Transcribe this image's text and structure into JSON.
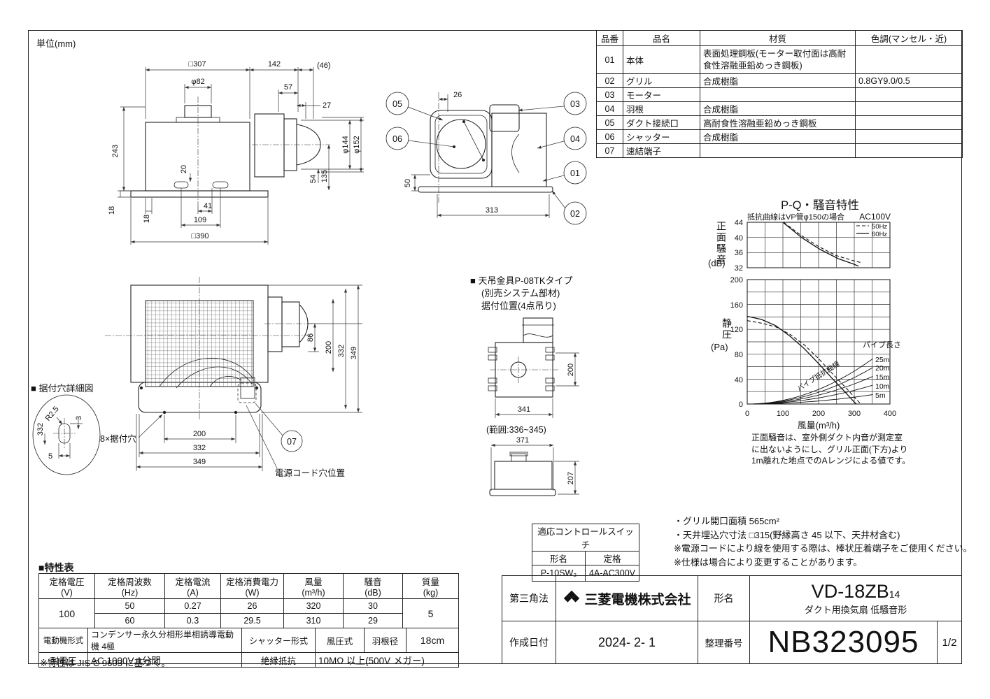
{
  "sheet": {
    "unit": "単位(mm)"
  },
  "parts_table": {
    "headers": [
      "品番",
      "品名",
      "材質",
      "色調(マンセル・近)"
    ],
    "rows": [
      {
        "no": "01",
        "name": "本体",
        "material": "表面処理鋼板(モーター取付面は高耐食性溶融亜鉛めっき鋼板)",
        "color": ""
      },
      {
        "no": "02",
        "name": "グリル",
        "material": "合成樹脂",
        "color": "0.8GY9.0/0.5"
      },
      {
        "no": "03",
        "name": "モーター",
        "material": "",
        "color": ""
      },
      {
        "no": "04",
        "name": "羽根",
        "material": "合成樹脂",
        "color": ""
      },
      {
        "no": "05",
        "name": "ダクト接続口",
        "material": "高耐食性溶融亜鉛めっき鋼板",
        "color": ""
      },
      {
        "no": "06",
        "name": "シャッター",
        "material": "合成樹脂",
        "color": ""
      },
      {
        "no": "07",
        "name": "速結端子",
        "material": "",
        "color": ""
      }
    ]
  },
  "side_view": {
    "dims": [
      "□307",
      "142",
      "(46)",
      "φ82",
      "57",
      "27",
      "243",
      "20",
      "φ144",
      "φ152",
      "54",
      "135",
      "18",
      "18",
      "41",
      "109",
      "□390"
    ]
  },
  "callout_view": {
    "dims": [
      "26",
      "50",
      "313"
    ],
    "callouts": [
      "05",
      "06",
      "03",
      "04",
      "01",
      "02"
    ]
  },
  "bottom_view": {
    "dims_right": [
      "86",
      "200",
      "332",
      "349"
    ],
    "dims_bottom": [
      "200",
      "332",
      "349"
    ],
    "hole_label": "8×据付穴",
    "cord_label": "電源コード穴位置",
    "callout": "07",
    "detail": {
      "title": "■ 据付穴詳細図",
      "dims": [
        "R2.5",
        "332",
        "3",
        "5"
      ]
    }
  },
  "hanger_view": {
    "title": [
      "■ 天吊金具P-08TKタイプ",
      "(別売システム部材)",
      "据付位置(4点吊り)"
    ],
    "dims": [
      "200",
      "341",
      "(範囲:336~345)",
      "371",
      "207"
    ]
  },
  "chart_data": {
    "type": "line",
    "title": "P-Q・騒音特性",
    "subtitle": "抵抗曲線はVP管φ150の場合",
    "voltage": "AC100V",
    "legend": [
      "50Hz",
      "60Hz"
    ],
    "xlabel": "風量(m³/h)",
    "xlim": [
      0,
      400
    ],
    "xticks": [
      "0",
      "100",
      "200",
      "300",
      "400"
    ],
    "noise_plot": {
      "ylabel": "正面騒音",
      "yunit": "(dB)",
      "ylim": [
        32,
        44
      ],
      "yticks": [
        "44",
        "40",
        "36",
        "32"
      ],
      "series": [
        {
          "name": "50Hz",
          "dash": true,
          "points": [
            [
              102,
              44
            ],
            [
              150,
              40.6
            ],
            [
              200,
              37.6
            ],
            [
              250,
              35.2
            ],
            [
              300,
              33.8
            ],
            [
              322,
              33.3
            ]
          ]
        },
        {
          "name": "60Hz",
          "dash": false,
          "points": [
            [
              100,
              44
            ],
            [
              152,
              40
            ],
            [
              205,
              36.8
            ],
            [
              255,
              34.4
            ],
            [
              300,
              32.9
            ],
            [
              312,
              32.4
            ]
          ]
        }
      ]
    },
    "pq_plot": {
      "ylabel": "静圧",
      "yunit": "(Pa)",
      "ylim": [
        0,
        200
      ],
      "yticks": [
        "200",
        "160",
        "120",
        "80",
        "40",
        "0"
      ],
      "series": [
        {
          "name": "50Hz",
          "dash": true,
          "points": [
            [
              0,
              134
            ],
            [
              40,
              130
            ],
            [
              80,
              124
            ],
            [
              120,
              112
            ],
            [
              160,
              95
            ],
            [
              200,
              73
            ],
            [
              240,
              48
            ],
            [
              280,
              24
            ],
            [
              310,
              5
            ],
            [
              318,
              0
            ]
          ]
        },
        {
          "name": "60Hz",
          "dash": false,
          "points": [
            [
              0,
              141
            ],
            [
              40,
              136
            ],
            [
              80,
              126
            ],
            [
              120,
              109
            ],
            [
              160,
              89
            ],
            [
              200,
              65
            ],
            [
              240,
              40
            ],
            [
              270,
              22
            ],
            [
              300,
              3
            ],
            [
              306,
              0
            ]
          ]
        }
      ],
      "pipe_label": "パイプ長さ",
      "pipe_curve_label": "パイプ抵抗曲線",
      "pipe_curves": [
        {
          "label": "25m",
          "p350": 72
        },
        {
          "label": "20m",
          "p350": 58
        },
        {
          "label": "15m",
          "p350": 44
        },
        {
          "label": "10m",
          "p350": 30
        },
        {
          "label": "5m",
          "p350": 15
        }
      ]
    },
    "note": [
      "正面騒音は、室外側ダクト内音が測定室",
      "に出ないようにし、グリル正面(下方)より",
      "1m離れた地点でのAレンジによる値です。"
    ]
  },
  "right_notes": [
    "・グリル開口面積 565cm²",
    "・天井埋込穴寸法 □315(野縁高さ 45 以下、天井材含む)",
    "※電源コードにより線を使用する際は、棒状圧着端子をご使用ください。",
    "※仕様は場合により変更することがあります。"
  ],
  "switch_table": {
    "title": "適応コントロールスイッチ",
    "model_label": "形名",
    "rating_label": "定格",
    "model": "P-10SW₂",
    "rating": "4A-AC300V"
  },
  "spec_table": {
    "title": "■特性表",
    "headers_l1": [
      "定格電圧",
      "定格周波数",
      "定格電流",
      "定格消費電力",
      "風量",
      "騒音",
      "質量"
    ],
    "headers_l2": [
      "(V)",
      "(Hz)",
      "(A)",
      "(W)",
      "(m³/h)",
      "(dB)",
      "(kg)"
    ],
    "voltage": "100",
    "rows": [
      [
        "50",
        "0.27",
        "26",
        "320",
        "30"
      ],
      [
        "60",
        "0.3",
        "29.5",
        "310",
        "29"
      ]
    ],
    "mass": "5",
    "motor_label": "電動機形式",
    "motor": "コンデンサー永久分相形単相誘導電動機 4極",
    "shutter_label": "シャッター形式",
    "shutter": "風圧式",
    "blade_label": "羽根径",
    "blade": "18cm",
    "hv_label": "耐電圧",
    "hv": "AC 1000V 1分間",
    "ins_label": "絶縁抵抗",
    "ins": "10MΩ 以上(500V メガー)",
    "note": "※特性は JIS C 9603 に基づく。"
  },
  "title_block": {
    "projection": "第三角法",
    "company": "三菱電機株式会社",
    "model_label": "形名",
    "model": "VD-18ZB",
    "model_sub": "14",
    "model_desc": "ダクト用換気扇  低騒音形",
    "date_label": "作成日付",
    "date": "2024- 2- 1",
    "number_label": "整理番号",
    "number": "NB323095",
    "page": "1/2"
  }
}
